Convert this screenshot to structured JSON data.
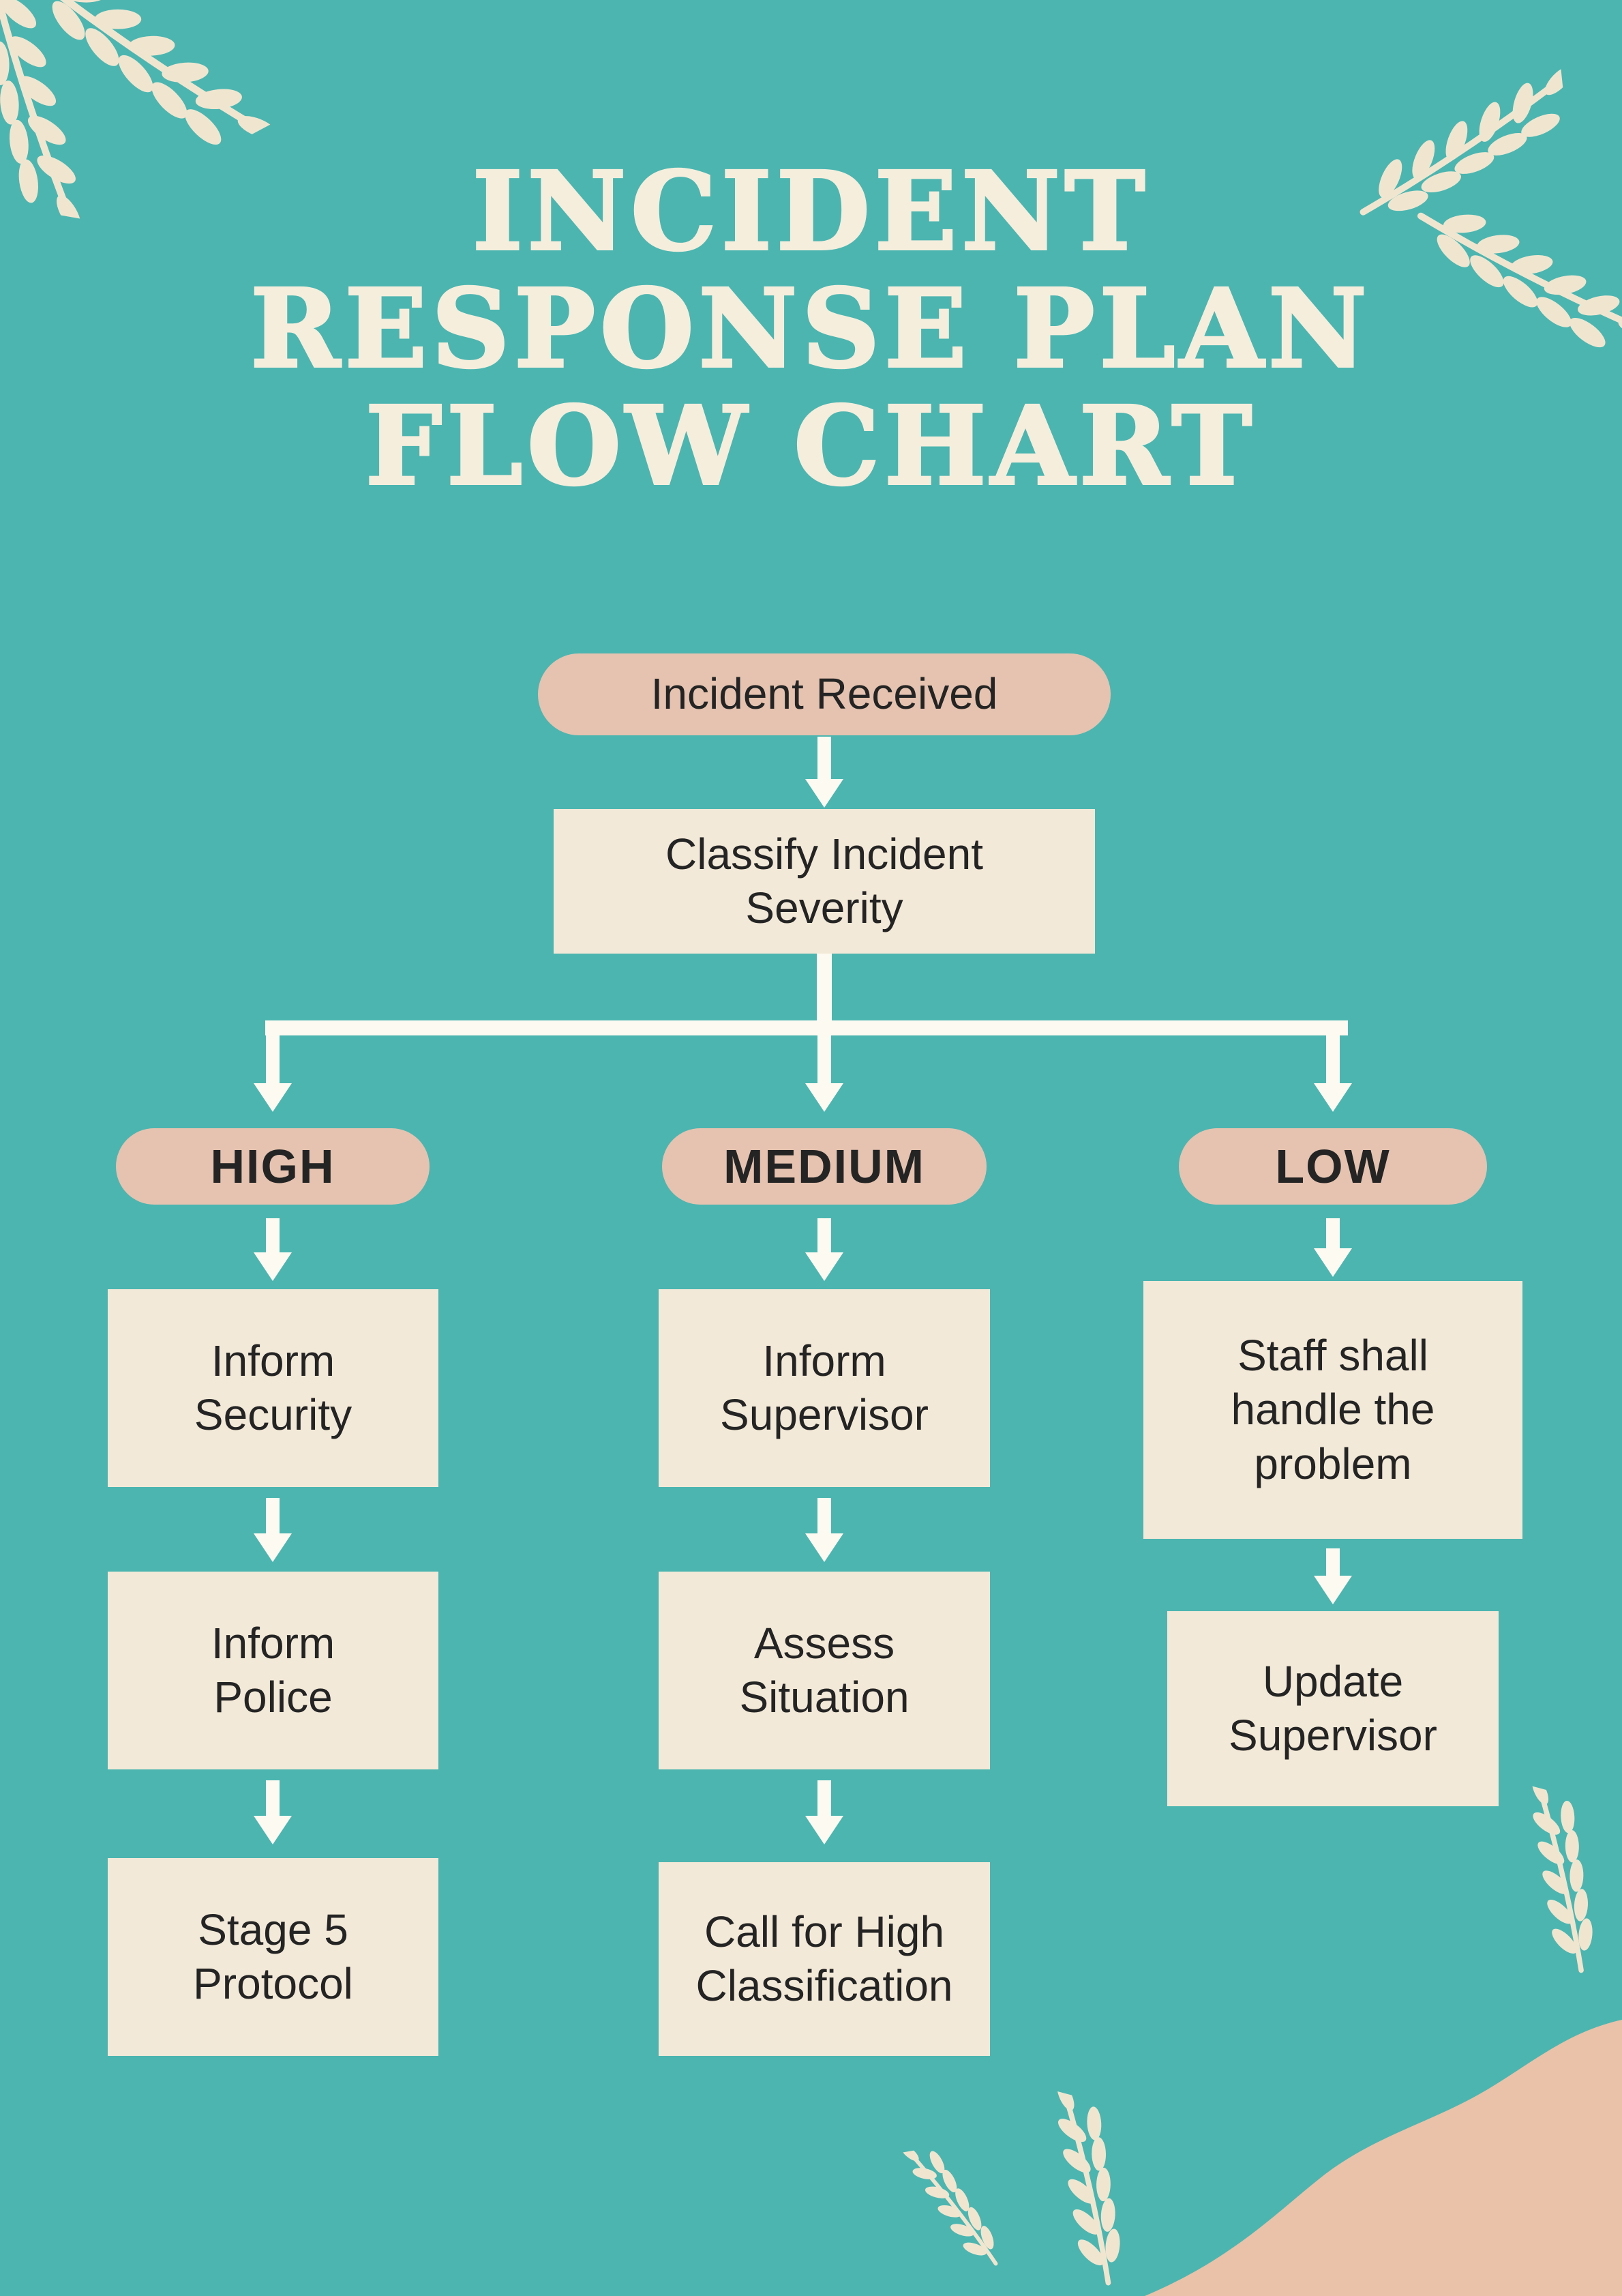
{
  "title": {
    "lines": [
      "INCIDENT",
      "RESPONSE PLAN",
      "FLOW CHART"
    ]
  },
  "flow": {
    "start": "Incident Received",
    "classify": "Classify Incident\nSeverity",
    "branches": [
      {
        "label": "HIGH",
        "steps": [
          "Inform\nSecurity",
          "Inform\nPolice",
          "Stage 5\nProtocol"
        ]
      },
      {
        "label": "MEDIUM",
        "steps": [
          "Inform\nSupervisor",
          "Assess\nSituation",
          "Call for High\nClassification"
        ]
      },
      {
        "label": "LOW",
        "steps": [
          "Staff shall\nhandle the\nproblem",
          "Update\nSupervisor"
        ]
      }
    ]
  },
  "icons": {
    "arrow": "down-arrow",
    "leaf": "leaf-branch",
    "blob": "corner-wave"
  },
  "colors": {
    "background": "#4cb5b0",
    "box_cream": "#f3e9d8",
    "pill_tan": "#e5c3b0",
    "title_cream": "#f5eedd",
    "text_dark": "#242424",
    "arrow": "#fdfaf2",
    "leaf": "#f0e6d0",
    "corner_blob": "#e9c2a9"
  }
}
